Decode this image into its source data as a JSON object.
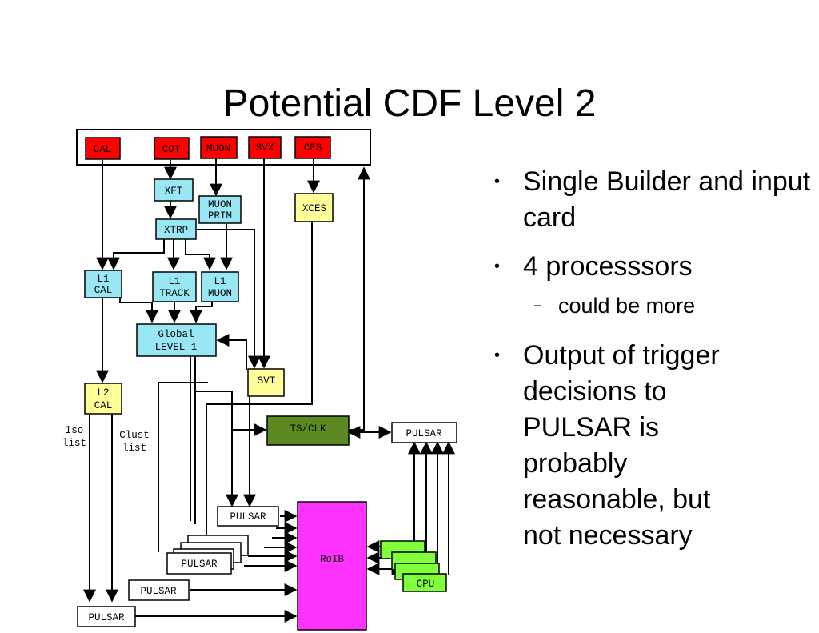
{
  "title": "Potential CDF Level 2",
  "boxes": {
    "cal": "CAL",
    "cot": "COT",
    "muon": "MUON",
    "svx": "SVX",
    "ces": "CES",
    "xft": "XFT",
    "muon_prim_1": "MUON",
    "muon_prim_2": "PRIM",
    "xces": "XCES",
    "xtrp": "XTRP",
    "l1cal_1": "L1",
    "l1cal_2": "CAL",
    "l1track_1": "L1",
    "l1track_2": "TRACK",
    "l1muon_1": "L1",
    "l1muon_2": "MUON",
    "global_1": "Global",
    "global_2": "LEVEL 1",
    "svt": "SVT",
    "l2cal_1": "L2",
    "l2cal_2": "CAL",
    "tsclk": "TS/CLK",
    "pulsar_right": "PULSAR",
    "pulsar_a": "PULSAR",
    "pulsar_b": "PULSAR",
    "pulsar_c": "PULSAR",
    "pulsar_d": "PULSAR",
    "roib": "RoIB",
    "cpu": "CPU"
  },
  "labels": {
    "iso_1": "Iso",
    "iso_2": "list",
    "clust_1": "Clust",
    "clust_2": "list"
  },
  "colors": {
    "red": "#ff0000",
    "cyan": "#99e6f5",
    "yellow": "#ffff99",
    "green_dark": "#5b8a22",
    "green_light": "#80ff3c",
    "magenta": "#ff33ff"
  },
  "bullets": [
    {
      "text": "Single Builder and input card",
      "sub": []
    },
    {
      "text": "4 processsors",
      "sub": [
        "could be more"
      ]
    },
    {
      "text": "Output of trigger decisions to PULSAR is probably reasonable, but not necessary",
      "sub": []
    }
  ]
}
